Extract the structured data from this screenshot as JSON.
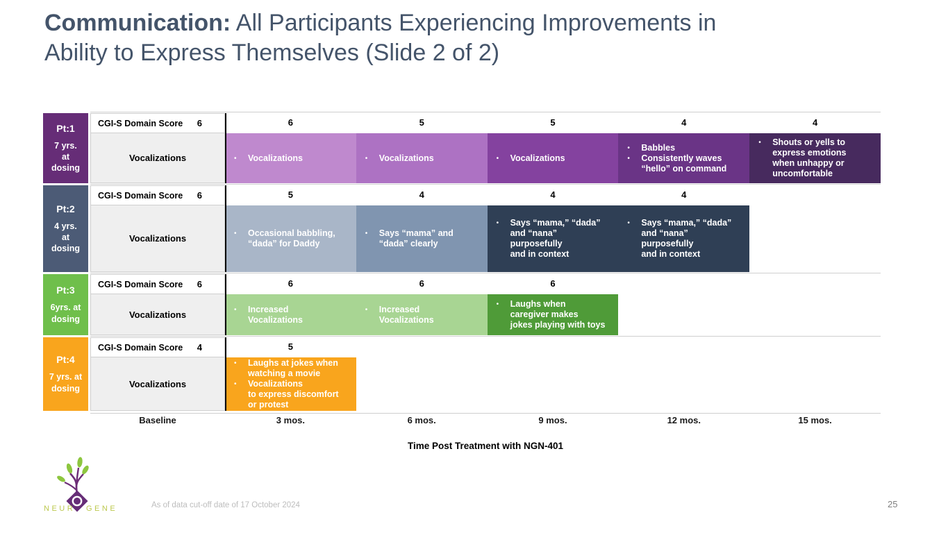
{
  "chart_data": {
    "type": "table",
    "title": "Communication: All Participants Experiencing Improvements in Ability to Express Themselves (Slide 2 of 2)",
    "xlabel": "Time Post Treatment with NGN-401",
    "categories": [
      "Baseline",
      "3 mos.",
      "6 mos.",
      "9 mos.",
      "12 mos.",
      "15 mos."
    ],
    "series": [
      {
        "name": "Pt:1 (7 yrs. at dosing) CGI-S Domain Score",
        "values": [
          6,
          6,
          5,
          5,
          4,
          4
        ]
      },
      {
        "name": "Pt:2 (4 yrs. at dosing) CGI-S Domain Score",
        "values": [
          6,
          5,
          4,
          4,
          4,
          null
        ]
      },
      {
        "name": "Pt:3 (6 yrs. at dosing) CGI-S Domain Score",
        "values": [
          6,
          6,
          6,
          6,
          null,
          null
        ]
      },
      {
        "name": "Pt:4 (7 yrs. at dosing) CGI-S Domain Score",
        "values": [
          4,
          5,
          null,
          null,
          null,
          null
        ]
      }
    ],
    "legend_position": "none",
    "grid": false
  },
  "title": {
    "lead": "Communication:",
    "line1_rest": " All Participants Experiencing Improvements in",
    "line2": "Ability to Express Themselves (Slide 2 of 2)"
  },
  "table": {
    "score_row_label": "CGI-S Domain Score",
    "vocal_row_label": "Vocalizations",
    "columns": [
      "Baseline",
      "3 mos.",
      "6 mos.",
      "9 mos.",
      "12 mos.",
      "15 mos."
    ],
    "axis_title": "Time Post Treatment with NGN-401",
    "patients": [
      {
        "id": "Pt:1",
        "age": "7 yrs.\nat\ndosing",
        "color": "#662d77",
        "baseline_score": "6",
        "scores": [
          "6",
          "5",
          "5",
          "4",
          "4"
        ],
        "vocal_height": 72,
        "cells": [
          {
            "color": "#bf89ce",
            "bullets": [
              "Vocalizations"
            ]
          },
          {
            "color": "#ad72c3",
            "bullets": [
              "Vocalizations"
            ]
          },
          {
            "color": "#84429f",
            "bullets": [
              "Vocalizations"
            ]
          },
          {
            "color": "#6a3486",
            "bullets": [
              "Babbles",
              "Consistently waves\n“hello” on command"
            ]
          },
          {
            "color": "#472a5e",
            "bullets": [
              "Shouts or yells to\nexpress emotions\nwhen unhappy or\nuncomfortable"
            ]
          }
        ]
      },
      {
        "id": "Pt:2",
        "age": "4 yrs.\nat\ndosing",
        "color": "#4c5b76",
        "baseline_score": "6",
        "scores": [
          "5",
          "4",
          "4",
          "4",
          ""
        ],
        "vocal_height": 96,
        "cells": [
          {
            "color": "#a9b6c8",
            "bullets": [
              "Occasional babbling,\n“dada” for Daddy"
            ]
          },
          {
            "color": "#8095b0",
            "bullets": [
              "Says “mama” and\n“dada” clearly"
            ]
          },
          {
            "color": "#2f3f55",
            "bullets": [
              "Says “mama,” “dada”\nand “nana”\npurposefully\nand in context"
            ]
          },
          {
            "color": "#2f3f55",
            "bullets": [
              "Says “mama,” “dada”\nand “nana”\npurposefully\nand in context"
            ]
          },
          null
        ]
      },
      {
        "id": "Pt:3",
        "age": "6yrs. at\ndosing",
        "color": "#6fbf4b",
        "baseline_score": "6",
        "scores": [
          "6",
          "6",
          "6",
          "",
          ""
        ],
        "vocal_height": 59,
        "cells": [
          {
            "color": "#a8d593",
            "bullets": [
              "Increased\nVocalizations"
            ]
          },
          {
            "color": "#a8d593",
            "bullets": [
              "Increased\nVocalizations"
            ]
          },
          {
            "color": "#4f9b38",
            "bullets": [
              "Laughs when\ncaregiver makes\njokes playing with toys"
            ]
          },
          null,
          null
        ]
      },
      {
        "id": "Pt:4",
        "age": "7 yrs. at\ndosing",
        "color": "#f9a51d",
        "baseline_score": "4",
        "scores": [
          "5",
          "",
          "",
          "",
          ""
        ],
        "vocal_height": 77,
        "cells": [
          {
            "color": "#f9a51d",
            "bullets": [
              "Laughs at jokes when\nwatching a movie",
              "Vocalizations\nto express discomfort\nor protest"
            ]
          },
          null,
          null,
          null,
          null
        ]
      }
    ]
  },
  "footer": {
    "logo_left": "NEUR",
    "logo_right": "GENE",
    "note": "As of data cut-off date of 17 October 2024",
    "page_number": "25"
  },
  "colors": {
    "title_text": "#44546a",
    "grid_line": "#cfcfcf",
    "row_label_bg": "#efefef",
    "logo_text": "#bcc84e",
    "logo_purple": "#662d77",
    "logo_trunk": "#6d2d77",
    "logo_leaf": "#8dc63f"
  }
}
